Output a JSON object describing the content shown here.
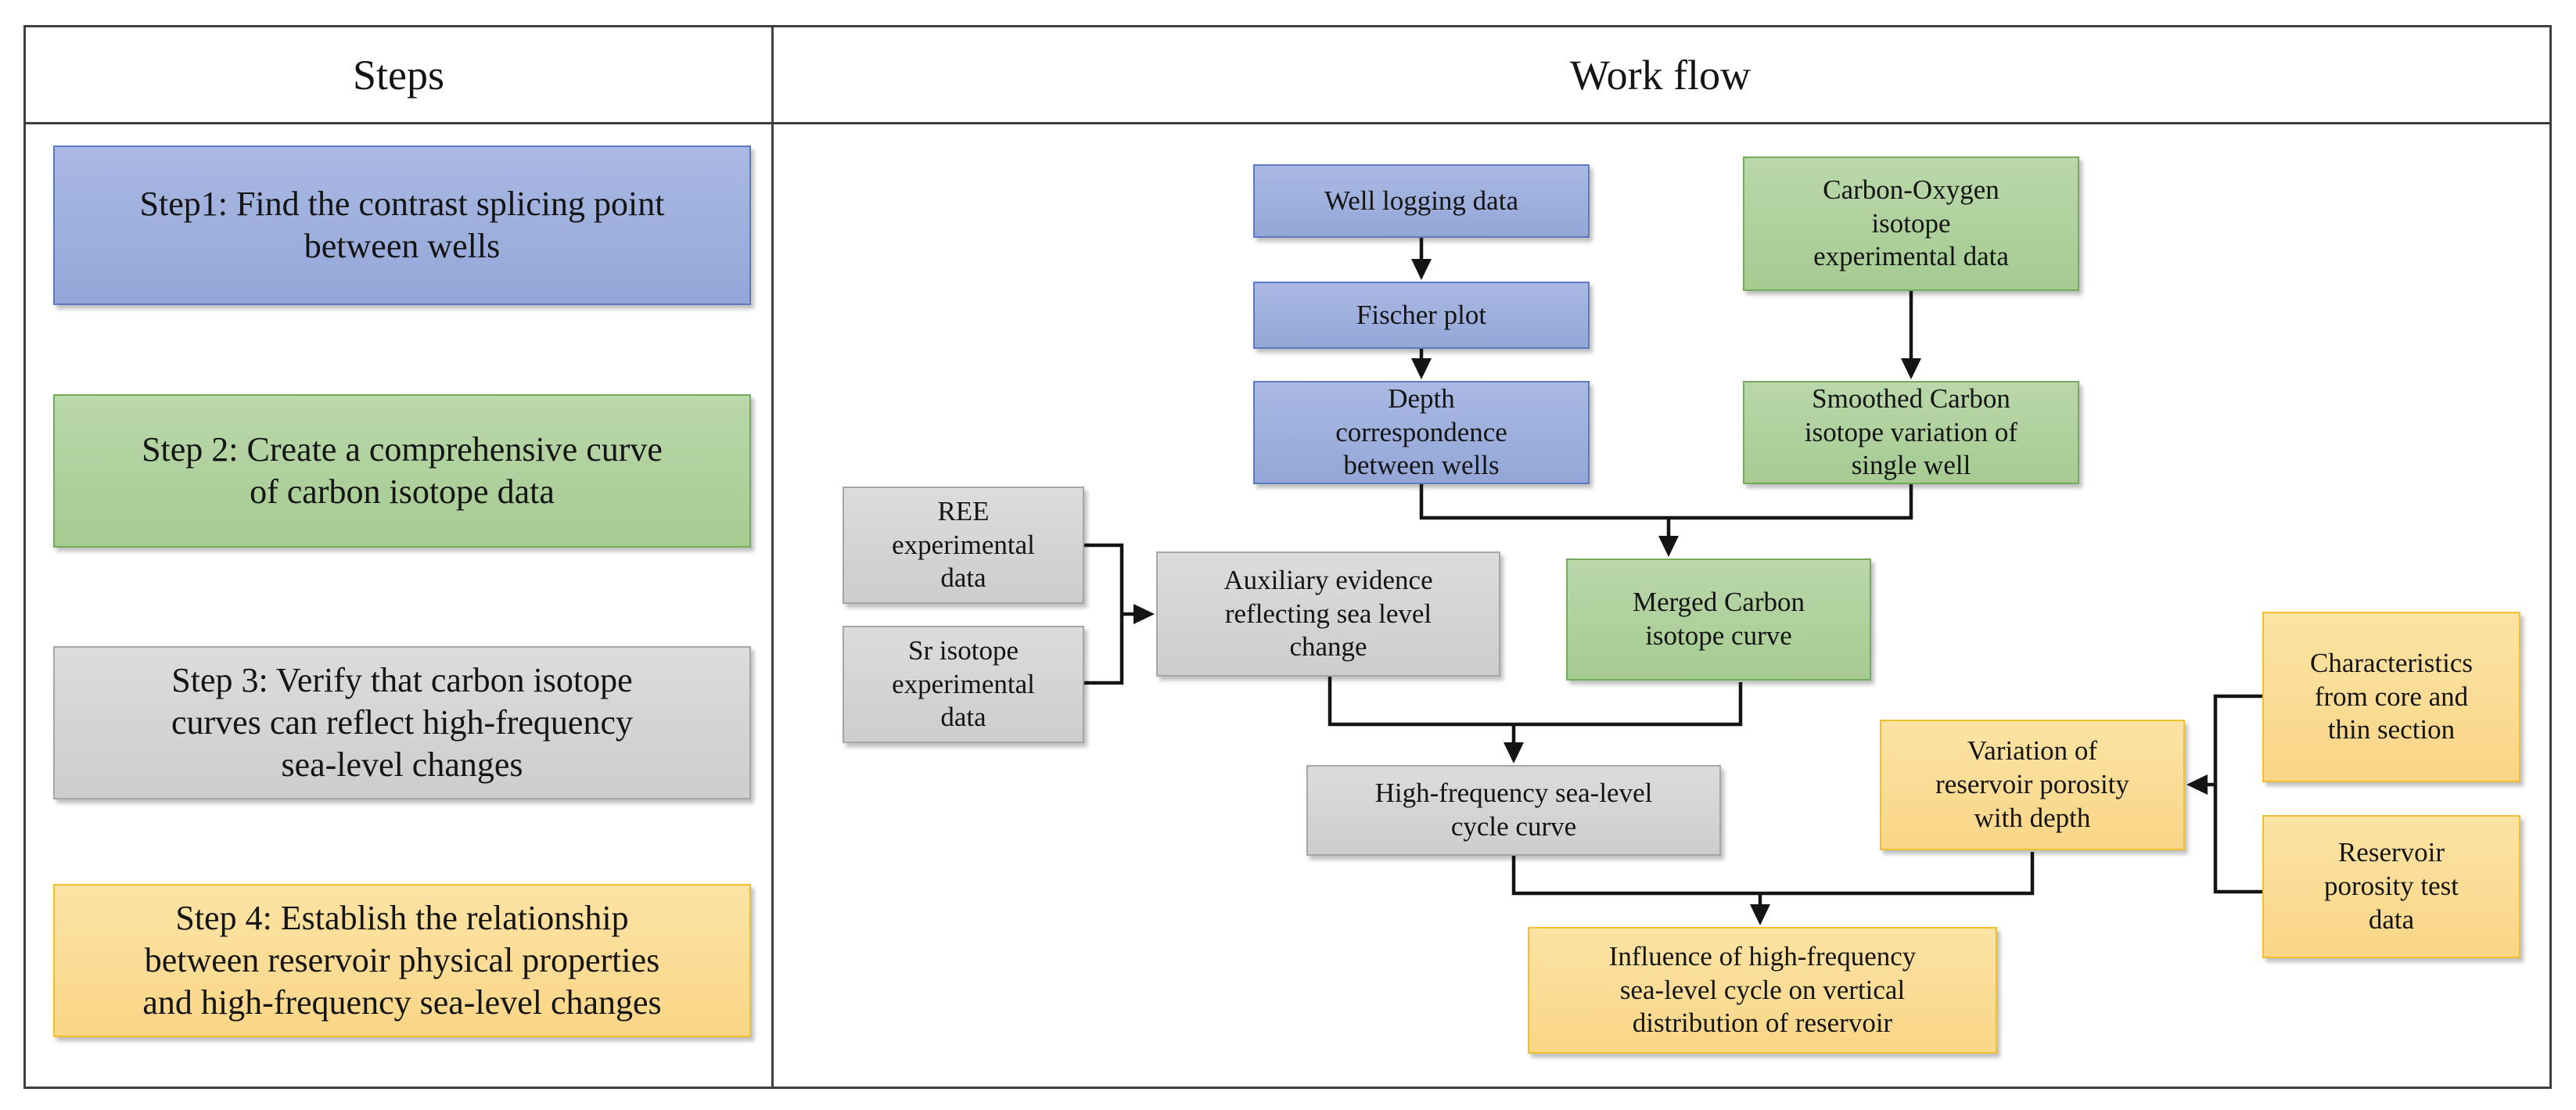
{
  "headers": {
    "steps": "Steps",
    "workflow": "Work flow"
  },
  "steps": {
    "step1": {
      "label": "Step1: Find the contrast splicing point\nbetween wells",
      "color": "blue"
    },
    "step2": {
      "label": "Step 2: Create a comprehensive curve\nof carbon isotope data",
      "color": "green"
    },
    "step3": {
      "label": "Step 3: Verify that carbon isotope\ncurves can reflect high-frequency\nsea-level changes",
      "color": "gray"
    },
    "step4": {
      "label": "Step 4: Establish the relationship\nbetween reservoir physical properties\nand high-frequency sea-level changes",
      "color": "orange"
    }
  },
  "nodes": {
    "well_logging": {
      "label": "Well logging data",
      "color": "blue"
    },
    "fischer": {
      "label": "Fischer plot",
      "color": "blue"
    },
    "depth": {
      "label": "Depth\ncorrespondence\nbetween wells",
      "color": "blue"
    },
    "carbon_oxygen": {
      "label": "Carbon-Oxygen\nisotope\nexperimental data",
      "color": "green"
    },
    "smoothed": {
      "label": "Smoothed Carbon\nisotope variation of\nsingle well",
      "color": "green"
    },
    "ree": {
      "label": "REE\nexperimental\ndata",
      "color": "gray"
    },
    "sr": {
      "label": "Sr isotope\nexperimental\ndata",
      "color": "gray"
    },
    "auxiliary": {
      "label": "Auxiliary evidence\nreflecting sea level\nchange",
      "color": "gray"
    },
    "merged": {
      "label": "Merged Carbon\nisotope curve",
      "color": "green"
    },
    "high_frequency": {
      "label": "High-frequency sea-level\ncycle curve",
      "color": "gray"
    },
    "variation": {
      "label": "Variation of\nreservoir porosity\nwith depth",
      "color": "orange"
    },
    "characteristics": {
      "label": "Characteristics\nfrom core and\nthin section",
      "color": "orange"
    },
    "reservoir": {
      "label": "Reservoir\nporosity test\ndata",
      "color": "orange"
    },
    "influence": {
      "label": "Influence of high-frequency\nsea-level cycle on vertical\ndistribution of reservoir",
      "color": "orange"
    }
  },
  "colors": {
    "blue_light": "#AAB9E3",
    "blue": "#93A7D8",
    "blue_border": "#5B7BBE",
    "green_light": "#BAD8AA",
    "green": "#A5CB91",
    "green_border": "#74A95E",
    "gray_light": "#DCDCDC",
    "gray": "#CDCDCD",
    "gray_border": "#A6A6A6",
    "orange_light": "#FCE3A4",
    "orange": "#F9D687",
    "orange_border": "#F1C02F",
    "line": "#141414"
  }
}
